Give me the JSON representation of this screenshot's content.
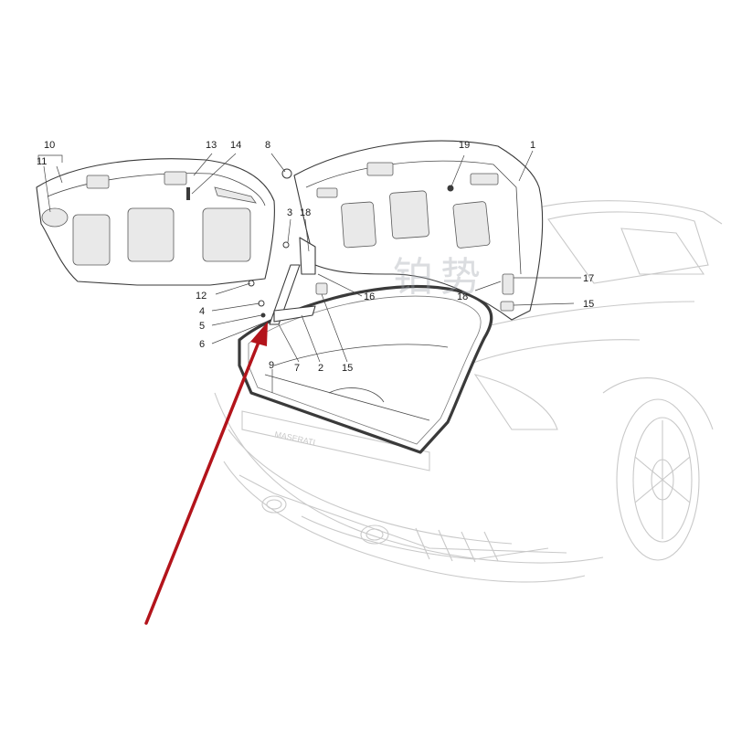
{
  "diagram": {
    "callouts": {
      "c1": "1",
      "c2": "2",
      "c3": "3",
      "c4": "4",
      "c5": "5",
      "c6": "6",
      "c7": "7",
      "c8": "8",
      "c9": "9",
      "c10": "10",
      "c11": "11",
      "c12": "12",
      "c13": "13",
      "c14": "14",
      "c15a": "15",
      "c15b": "15",
      "c16": "16",
      "c17": "17",
      "c18a": "18",
      "c18b": "18",
      "c19": "19"
    },
    "watermark": "铂势",
    "arrow_color": "#b3141b"
  }
}
